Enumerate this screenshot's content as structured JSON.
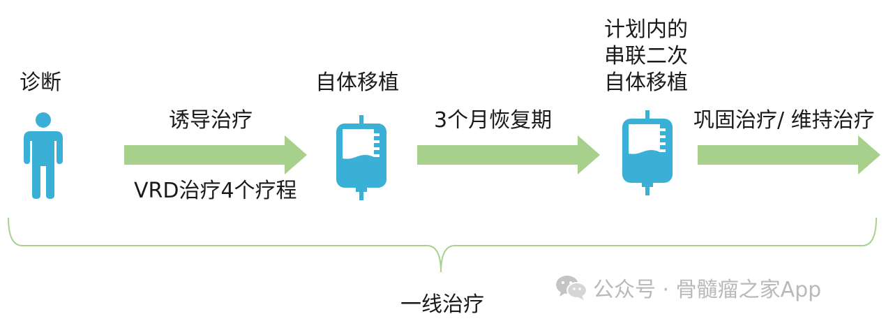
{
  "steps": {
    "diagnosis": "诊断",
    "auto_transplant": "自体移植",
    "planned_tandem": [
      "计划内的",
      "串联二次",
      "自体移植"
    ]
  },
  "arrows": {
    "induction": {
      "top": "诱导治疗",
      "bottom": "VRD治疗4个疗程"
    },
    "recovery": {
      "top": "3个月恢复期"
    },
    "maintenance": {
      "top": "巩固治疗/ 维持治疗"
    }
  },
  "brace_label": "一线治疗",
  "watermark": "公众号 · 骨髓瘤之家App",
  "colors": {
    "arrow": "#a8d08d",
    "icon": "#3ab0d6",
    "brace": "#a8d08d",
    "watermark": "#b9b9b9"
  },
  "icons": [
    "person-icon",
    "iv-bag-icon",
    "iv-bag-icon",
    "wechat-icon"
  ]
}
